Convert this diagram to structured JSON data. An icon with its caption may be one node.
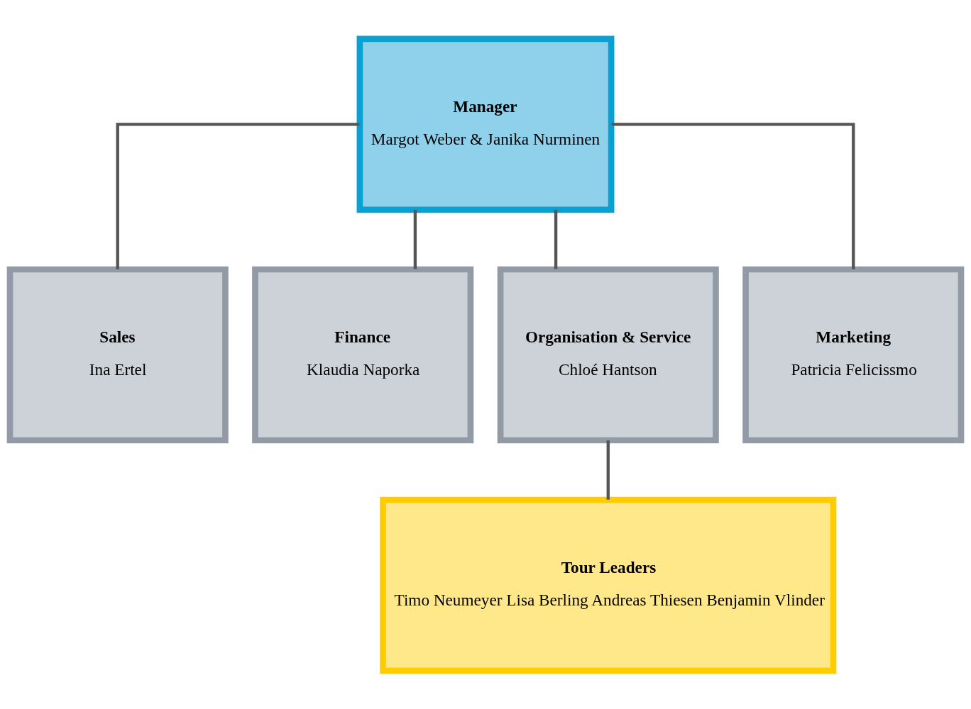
{
  "diagram": {
    "nodes": [
      {
        "text": [
          "Manager",
          "Margot Weber & Janika Nurminen"
        ]
      },
      {
        "text": [
          "Sales",
          "Ina Ertel"
        ]
      },
      {
        "text": [
          "Finance",
          "Klaudia Naporka"
        ]
      },
      {
        "text": [
          "Organisation & Service",
          "Chloé Hantson"
        ]
      },
      {
        "text": [
          "Marketing",
          "Patricia Felicissmo"
        ]
      },
      {
        "text": [
          "Tour Leaders",
          "Timo Neumeyer Lisa Berling Andreas Thiesen Benjamin Vlinder"
        ]
      }
    ],
    "edges": [
      {
        "from": 0,
        "to": 1,
        "arrow": "none"
      },
      {
        "from": 0,
        "to": 2,
        "arrow": "none"
      },
      {
        "from": 0,
        "to": 3,
        "arrow": "none"
      },
      {
        "from": 0,
        "to": 4,
        "arrow": "none"
      },
      {
        "from": 3,
        "to": 5,
        "arrow": "none"
      }
    ]
  }
}
